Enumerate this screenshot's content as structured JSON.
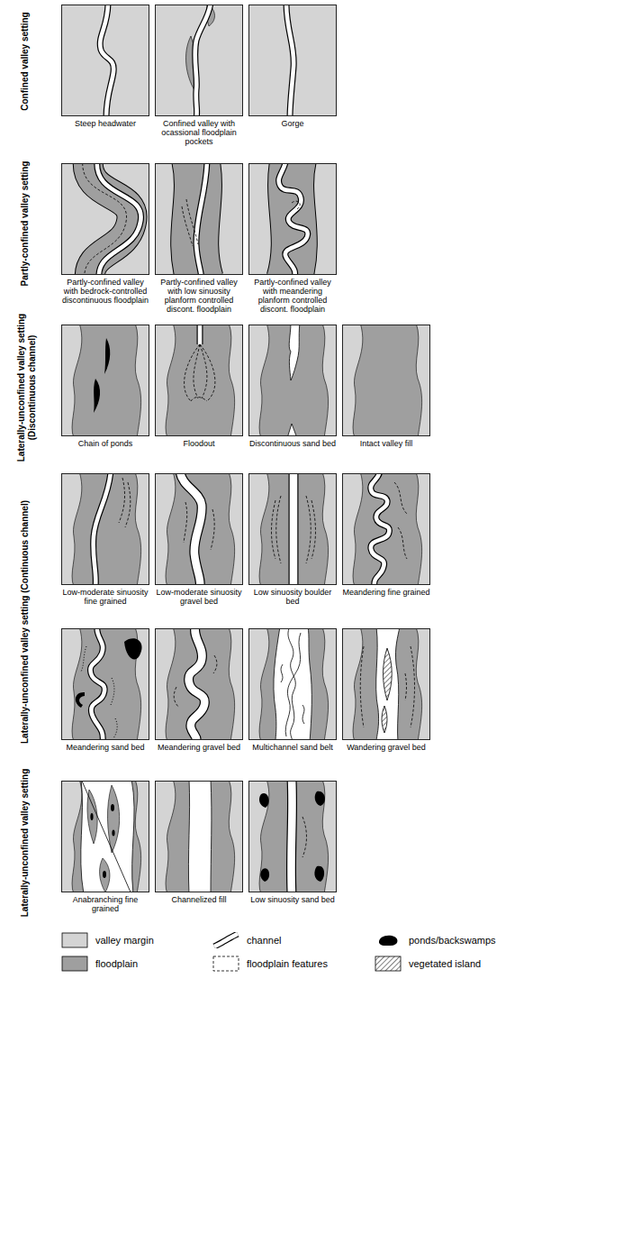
{
  "diagram": {
    "nodes": [
      {
        "text": [
          "Steep headwater"
        ]
      },
      {
        "text": [
          "Confined valley with ocassional floodplain pockets"
        ]
      },
      {
        "text": [
          "Gorge"
        ]
      },
      {
        "text": [
          "Partly-confined valley with bedrock-controlled discontinuous floodplain"
        ]
      },
      {
        "text": [
          "Partly-confined valley with low sinuosity planform controlled discont. floodplain"
        ]
      },
      {
        "text": [
          "Partly-confined valley with meandering planform controlled discont. floodplain"
        ]
      },
      {
        "text": [
          "Chain of ponds"
        ]
      },
      {
        "text": [
          "Floodout"
        ]
      },
      {
        "text": [
          "Discontinuous sand bed"
        ]
      },
      {
        "text": [
          "Intact valley fill"
        ]
      },
      {
        "text": [
          "Low-moderate sinuosity fine grained"
        ]
      },
      {
        "text": [
          "Low-moderate sinuosity gravel bed"
        ]
      },
      {
        "text": [
          "Low sinuosity boulder bed"
        ]
      },
      {
        "text": [
          "Meandering fine grained"
        ]
      },
      {
        "text": [
          "Meandering sand bed"
        ]
      },
      {
        "text": [
          "Meandering gravel bed"
        ]
      },
      {
        "text": [
          "Multichannel sand belt"
        ]
      },
      {
        "text": [
          "Wandering gravel bed"
        ]
      },
      {
        "text": [
          "Anabranching fine grained"
        ]
      },
      {
        "text": [
          "Channelized fill"
        ]
      },
      {
        "text": [
          "Low sinuosity sand bed"
        ]
      }
    ],
    "labels": [
      "Confined valley setting",
      "Partly-confined valley setting",
      "Laterally-unconfined valley setting (Discontinuous channel)",
      "Laterally-unconfined valley setting (Continuous channel)",
      "Laterally-unconfined valley setting"
    ],
    "legend": [
      {
        "text": "valley margin",
        "color": "#d4d4d4"
      },
      {
        "text": "floodplain",
        "color": "#9f9f9f"
      },
      {
        "text": "channel"
      },
      {
        "text": "floodplain features"
      },
      {
        "text": "ponds/backswamps"
      },
      {
        "text": "vegetated island"
      }
    ]
  }
}
